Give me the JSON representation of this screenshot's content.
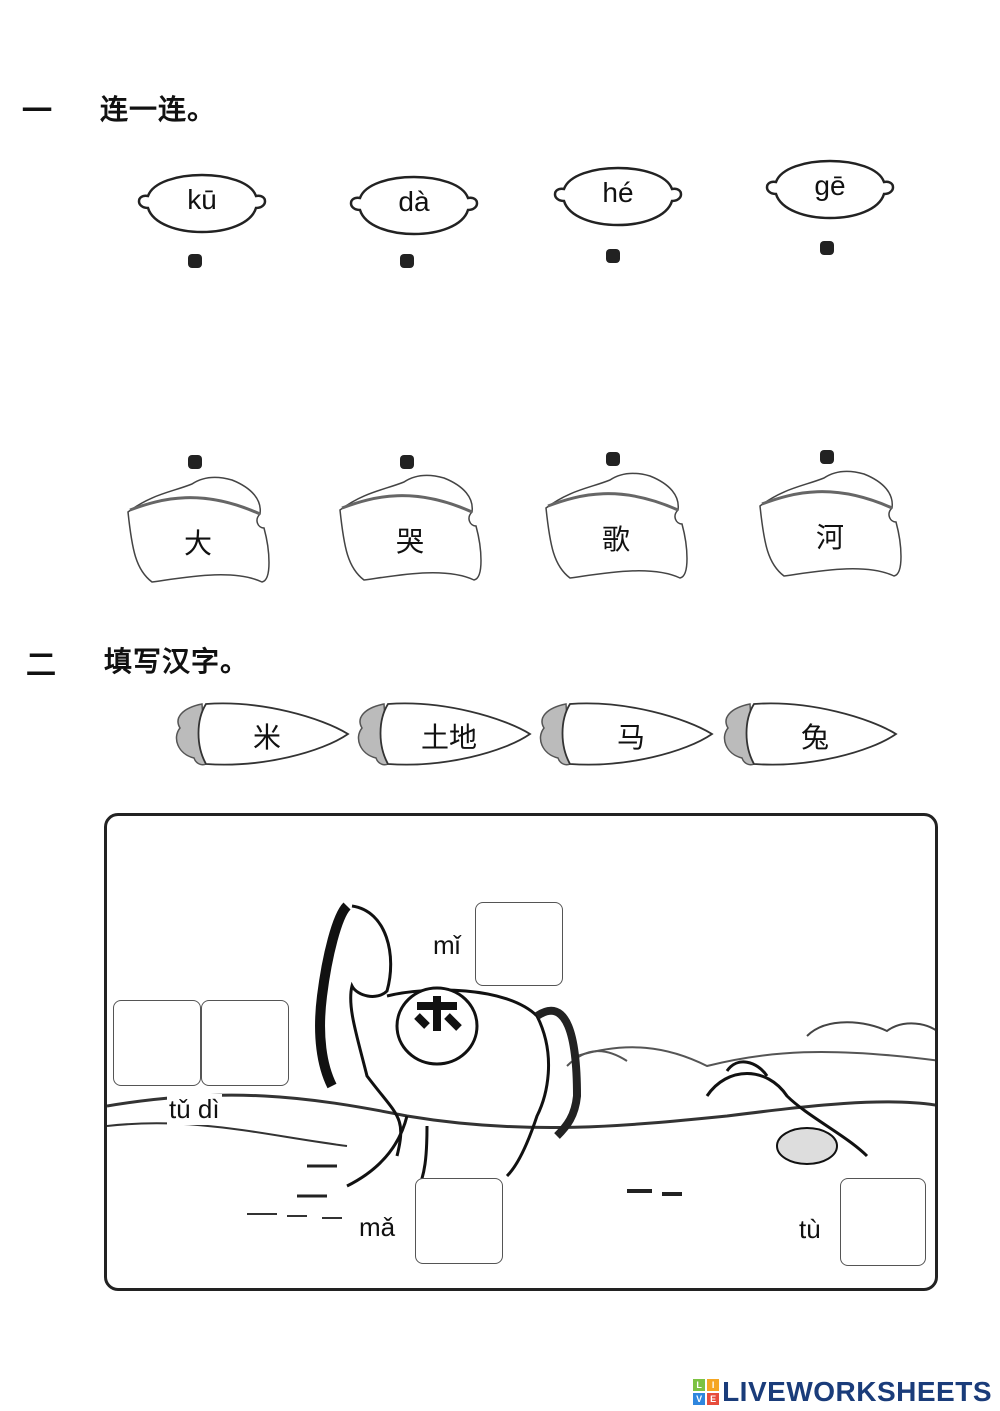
{
  "section1": {
    "number": "一",
    "title": "连一连。",
    "pinyin": [
      "kū",
      "dà",
      "hé",
      "gē"
    ],
    "characters": [
      "大",
      "哭",
      "歌",
      "河"
    ]
  },
  "section2": {
    "number": "二",
    "title": "填写汉字。",
    "word_bank": [
      "米",
      "土地",
      "马",
      "兔"
    ],
    "blanks": [
      {
        "pinyin": "mǐ",
        "boxes": 1
      },
      {
        "pinyin": "tǔ dì",
        "boxes": 2
      },
      {
        "pinyin": "mǎ",
        "boxes": 1
      },
      {
        "pinyin": "tù",
        "boxes": 1
      }
    ]
  },
  "footer": {
    "logo_tiles": [
      "L",
      "I",
      "V",
      "E"
    ],
    "logo_text": "LIVEWORKSHEETS",
    "brand_color": "#1a3c7a"
  }
}
